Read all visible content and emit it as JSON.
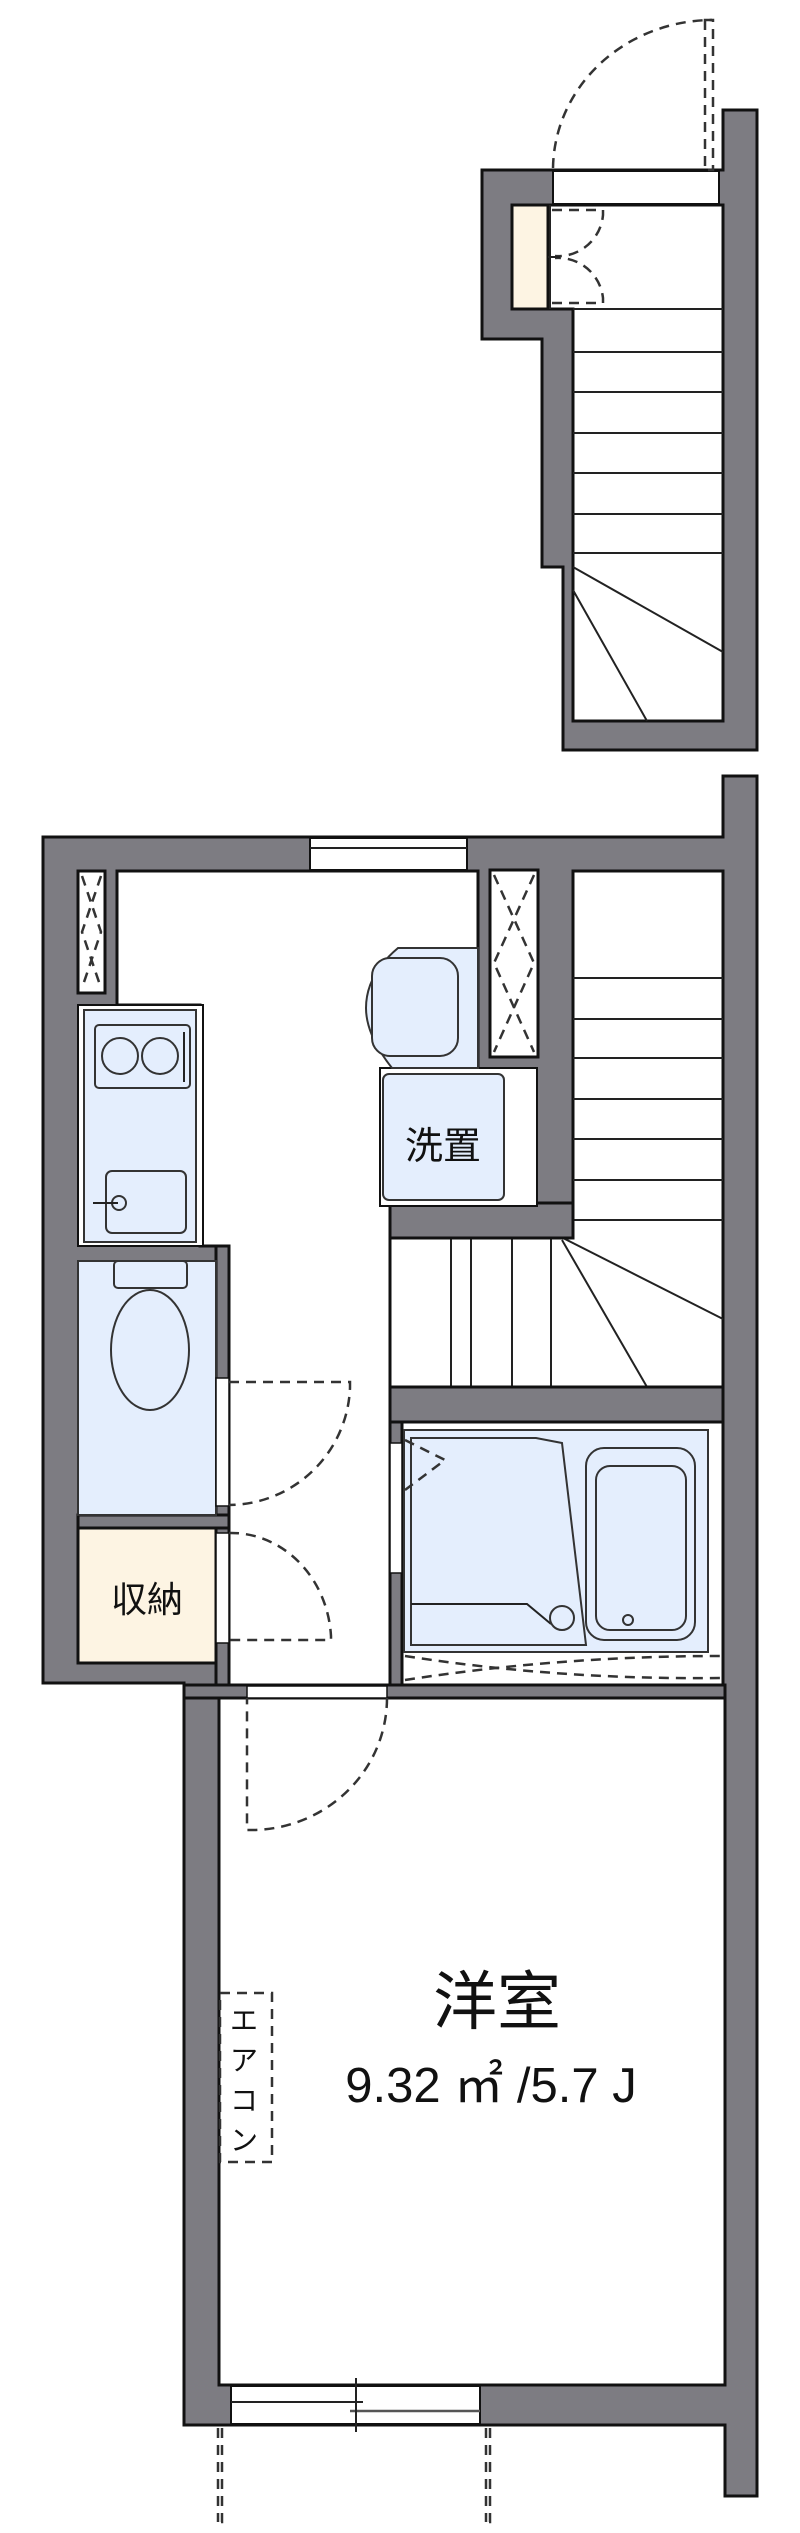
{
  "rooms": {
    "western_room": {
      "name": "洋室",
      "area": "9.32 ㎡ /5.7 J"
    },
    "storage": {
      "name": "収納"
    },
    "washer_space": {
      "name": "洗置"
    },
    "aircon": {
      "chars": [
        "エ",
        "ア",
        "コ",
        "ン"
      ]
    }
  },
  "colors": {
    "wall": "#7d7c82",
    "fixture": "#e4eefd",
    "storage": "#fdf4e3",
    "floor": "#ffffff"
  }
}
